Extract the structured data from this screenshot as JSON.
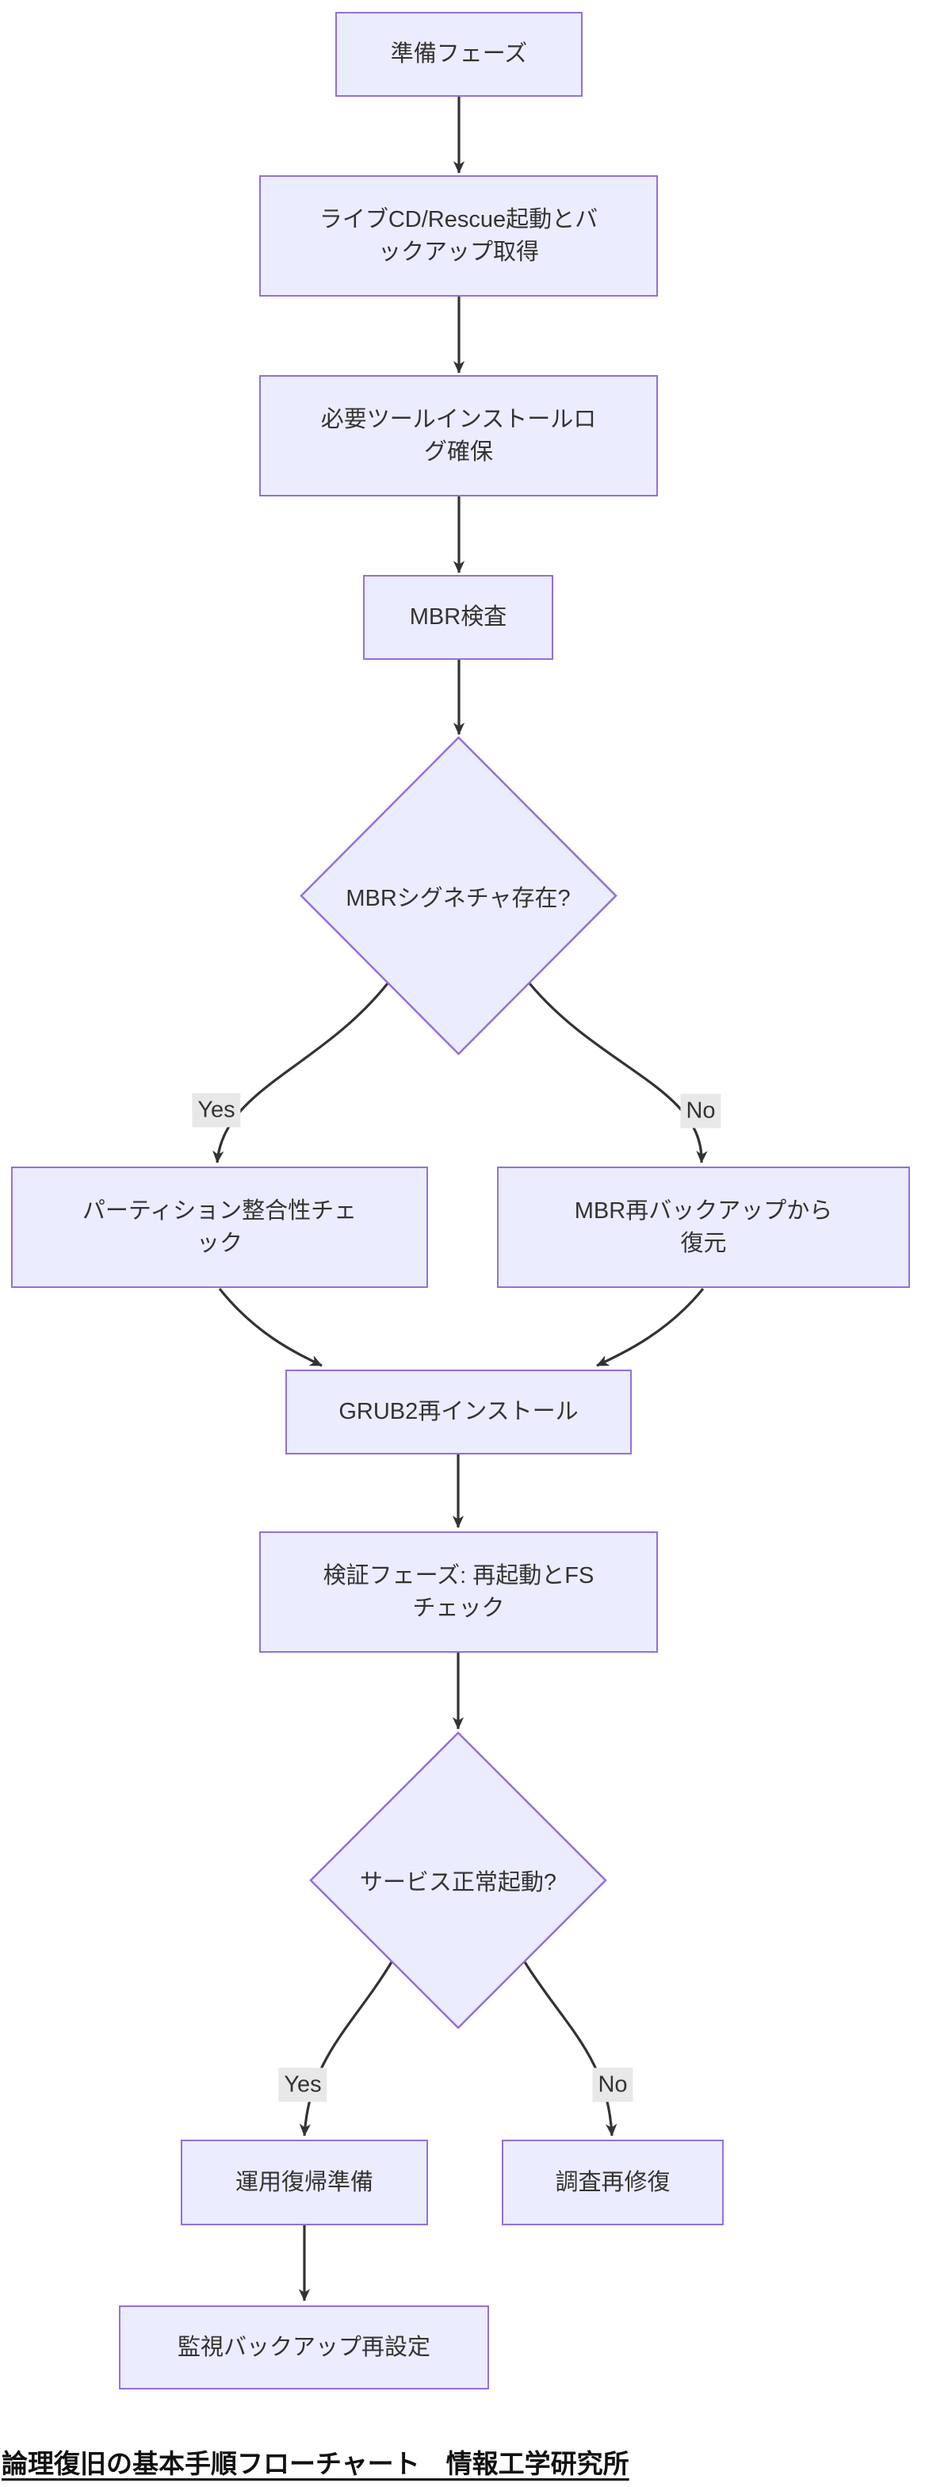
{
  "diagram": {
    "footer_title": "論理復旧の基本手順フローチャート　情報工学研究所",
    "nodes": {
      "prep": {
        "label": "準備フェーズ",
        "shape": "rect"
      },
      "livecd": {
        "label": "ライブCD/Rescue起動とバックアップ取得",
        "shape": "rect"
      },
      "tools": {
        "label": "必要ツールインストールログ確保",
        "shape": "rect"
      },
      "mbr_check": {
        "label": "MBR検査",
        "shape": "rect"
      },
      "mbr_sig": {
        "label": "MBRシグネチャ存在?",
        "shape": "diamond"
      },
      "partition": {
        "label": "パーティション整合性チェック",
        "shape": "rect"
      },
      "mbr_restore": {
        "label": "MBR再バックアップから復元",
        "shape": "rect"
      },
      "grub2": {
        "label": "GRUB2再インストール",
        "shape": "rect"
      },
      "verify": {
        "label": "検証フェーズ: 再起動とFSチェック",
        "shape": "rect"
      },
      "service_ok": {
        "label": "サービス正常起動?",
        "shape": "diamond"
      },
      "ops_return": {
        "label": "運用復帰準備",
        "shape": "rect"
      },
      "investigate": {
        "label": "調査再修復",
        "shape": "rect"
      },
      "monitor": {
        "label": "監視バックアップ再設定",
        "shape": "rect"
      }
    },
    "edge_labels": {
      "yes1": "Yes",
      "no1": "No",
      "yes2": "Yes",
      "no2": "No"
    },
    "flow": [
      {
        "from": "prep",
        "to": "livecd"
      },
      {
        "from": "livecd",
        "to": "tools"
      },
      {
        "from": "tools",
        "to": "mbr_check"
      },
      {
        "from": "mbr_check",
        "to": "mbr_sig"
      },
      {
        "from": "mbr_sig",
        "to": "partition",
        "label": "Yes"
      },
      {
        "from": "mbr_sig",
        "to": "mbr_restore",
        "label": "No"
      },
      {
        "from": "partition",
        "to": "grub2"
      },
      {
        "from": "mbr_restore",
        "to": "grub2"
      },
      {
        "from": "grub2",
        "to": "verify"
      },
      {
        "from": "verify",
        "to": "service_ok"
      },
      {
        "from": "service_ok",
        "to": "ops_return",
        "label": "Yes"
      },
      {
        "from": "service_ok",
        "to": "investigate",
        "label": "No"
      },
      {
        "from": "ops_return",
        "to": "monitor"
      }
    ],
    "colors": {
      "node_fill": "#ECECFF",
      "node_border": "#9370DB",
      "edge": "#333333",
      "edge_label_bg": "#e8e8e8",
      "text": "#333333",
      "background": "#ffffff"
    }
  }
}
